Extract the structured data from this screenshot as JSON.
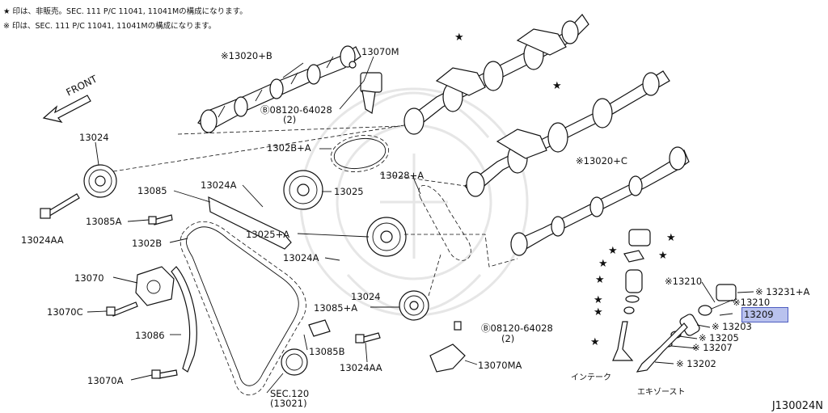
{
  "notes": [
    "★ 印は、非販売。SEC. 111 P/C 11041, 11041Mの構成になります。",
    "※ 印は、SEC. 111 P/C 11041, 11041Mの構成になります。"
  ],
  "front_label": "FRONT",
  "labels": {
    "l13020b": "※13020+B",
    "l13070m": "13070M",
    "l08120a": "Ⓑ08120-64028",
    "l08120a_q": "(2)",
    "l13024": "13024",
    "l1302bA": "1302B+A",
    "l13024a": "13024A",
    "l13025": "13025",
    "l13028a": "13028+A",
    "l13085": "13085",
    "l13085a": "13085A",
    "l13024aa": "13024AA",
    "l1302b": "1302B",
    "l13025a": "13025+A",
    "l13024a2": "13024A",
    "l13020c": "※13020+C",
    "l13070": "13070",
    "l13070c": "13070C",
    "l13086": "13086",
    "l13070a": "13070A",
    "l13024b": "13024",
    "l13085pa": "13085+A",
    "l13085b": "13085B",
    "l13024aa2": "13024AA",
    "l08120b": "Ⓑ08120-64028",
    "l08120b_q": "(2)",
    "l13070ma": "13070MA",
    "lsec": "SEC.120",
    "lsec_q": "(13021)",
    "l13210a": "※13210",
    "l13231": "※ 13231+A",
    "l13210b": "※13210",
    "l13209": "13209",
    "l13203": "※ 13203",
    "l13205": "※ 13205",
    "l13207": "※ 13207",
    "l13202": "※ 13202",
    "intake": "インテーク",
    "exhaust": "エキゾースト"
  },
  "diagram_code": "J130024N",
  "highlight_color": "#b9c2ee"
}
